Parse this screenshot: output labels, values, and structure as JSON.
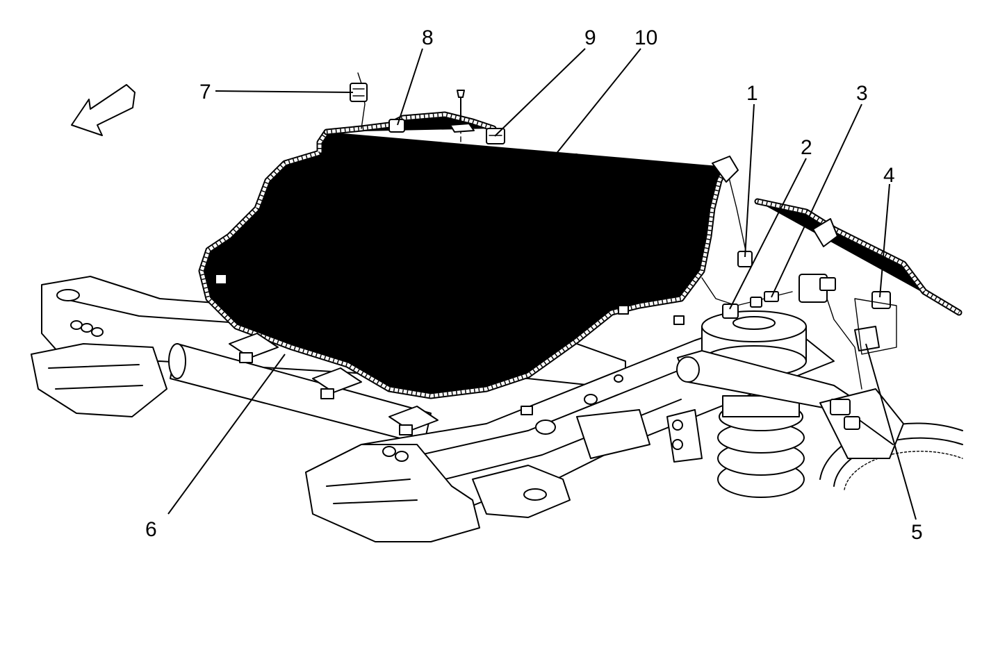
{
  "callouts": [
    {
      "id": "1",
      "label": "1"
    },
    {
      "id": "2",
      "label": "2"
    },
    {
      "id": "3",
      "label": "3"
    },
    {
      "id": "4",
      "label": "4"
    },
    {
      "id": "5",
      "label": "5"
    },
    {
      "id": "6",
      "label": "6"
    },
    {
      "id": "7",
      "label": "7"
    },
    {
      "id": "8",
      "label": "8"
    },
    {
      "id": "9",
      "label": "9"
    },
    {
      "id": "10",
      "label": "10"
    }
  ],
  "icons": {
    "direction_arrow": "forward-direction-arrow-icon"
  },
  "colors": {
    "ink": "#000000",
    "paper": "#ffffff"
  }
}
